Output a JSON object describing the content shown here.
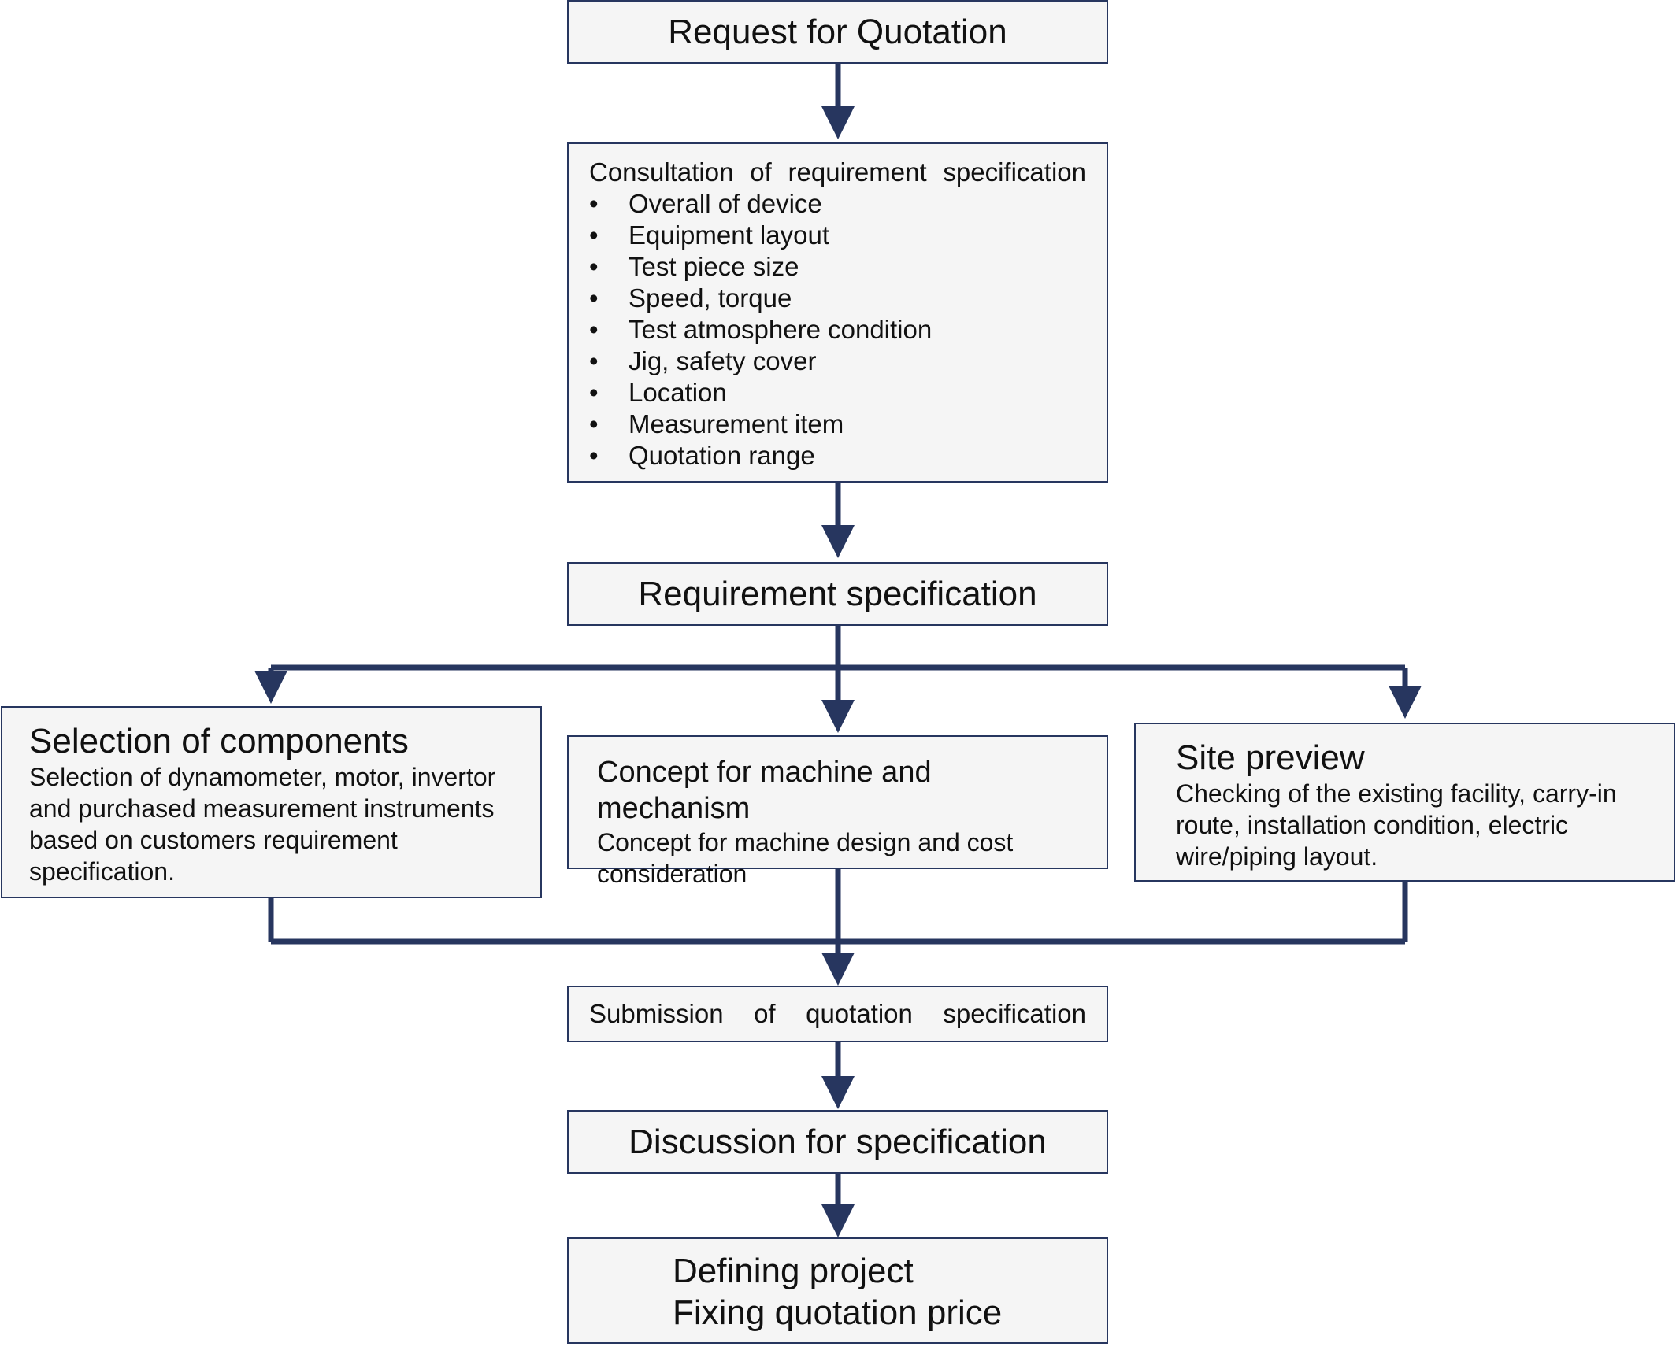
{
  "request": {
    "title": "Request for Quotation"
  },
  "consultation": {
    "title": "Consultation of requirement specification",
    "items": [
      "Overall of device",
      "Equipment layout",
      "Test piece size",
      "Speed, torque",
      "Test atmosphere condition",
      "Jig, safety cover",
      "Location",
      "Measurement item",
      "Quotation range"
    ]
  },
  "requirement": {
    "title": "Requirement specification"
  },
  "selection": {
    "title": "Selection of components",
    "body": "Selection of dynamometer, motor, invertor and purchased measurement instruments based on customers requirement specification."
  },
  "concept": {
    "title": "Concept for machine and mechanism",
    "body": "Concept for machine design and cost consideration"
  },
  "site": {
    "title": "Site preview",
    "body": "Checking of the existing facility, carry-in route, installation condition, electric wire/piping layout."
  },
  "submission": {
    "title": "Submission of quotation specification"
  },
  "discussion": {
    "title": "Discussion for specification"
  },
  "final": {
    "line1": "Defining project",
    "line2": "Fixing quotation price"
  },
  "colors": {
    "connector": "#27365f",
    "box_fill": "#f5f5f5",
    "box_border": "#27365f"
  }
}
